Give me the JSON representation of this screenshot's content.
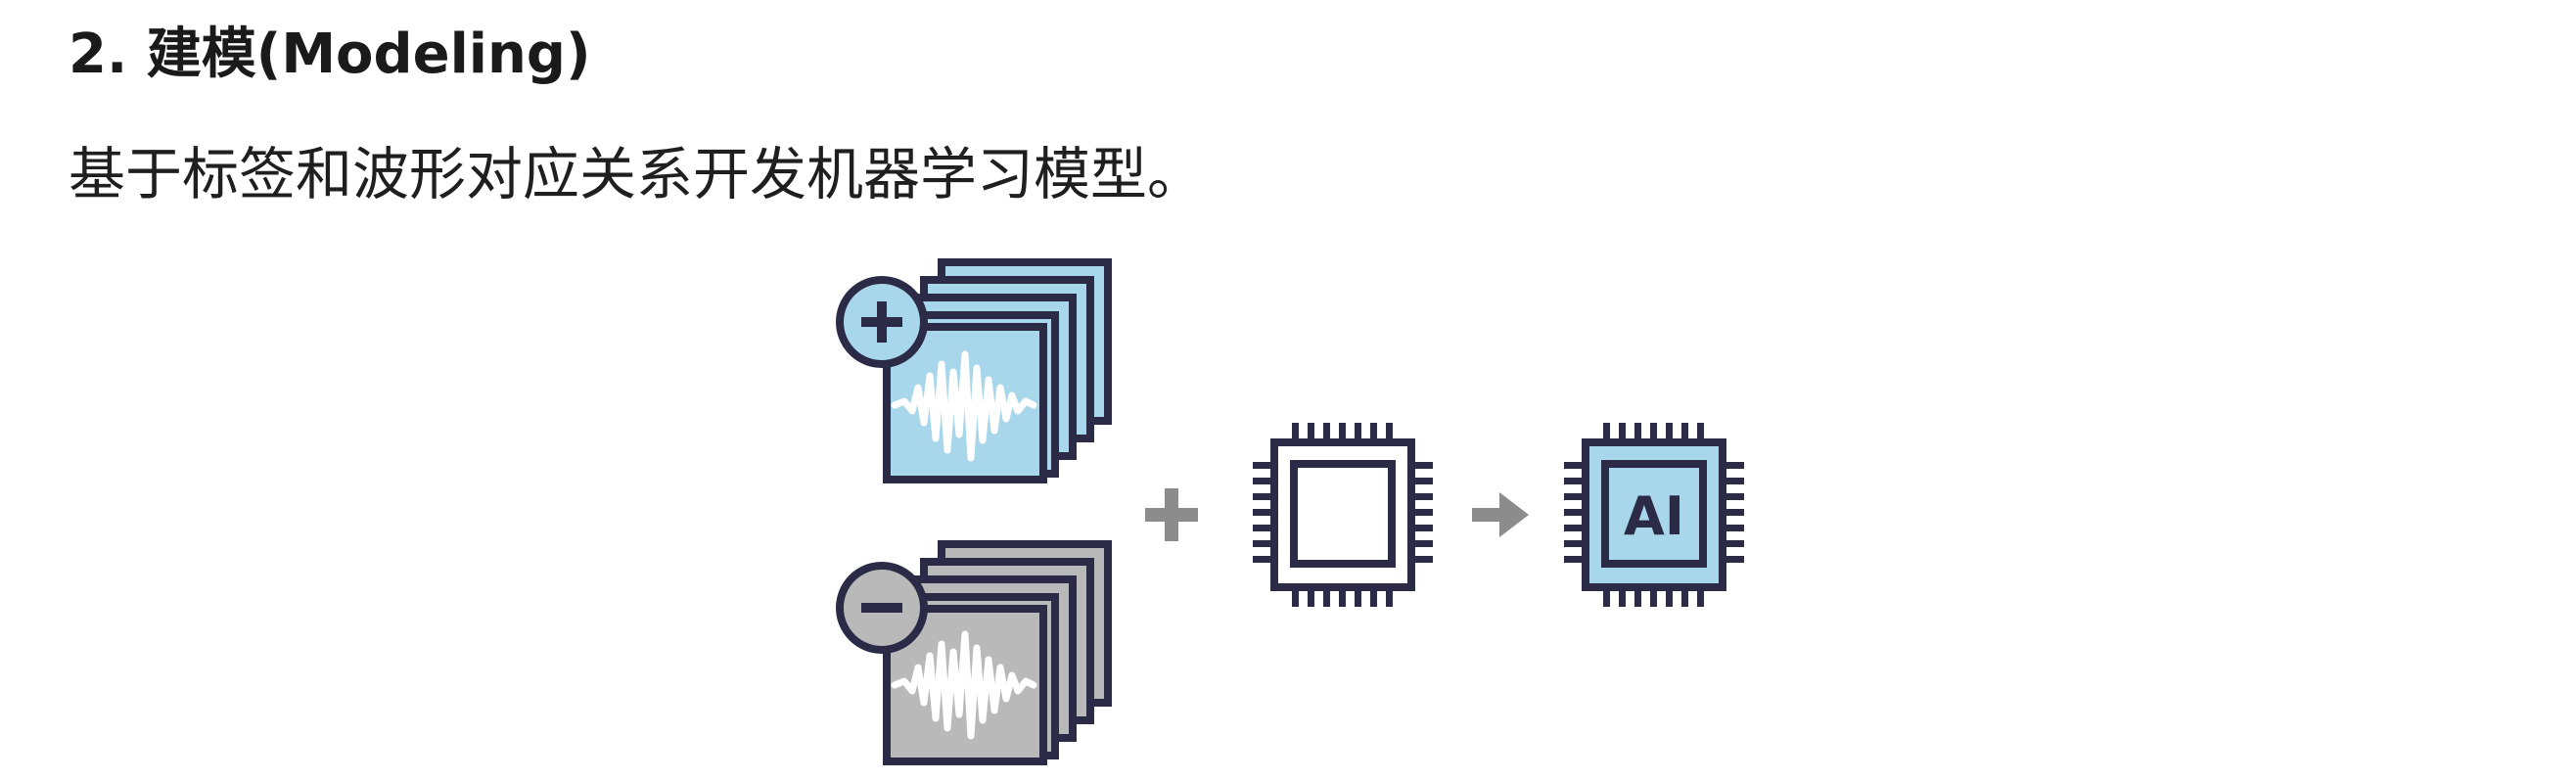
{
  "section": {
    "title": "2. 建模(Modeling)",
    "description": "基于标签和波形对应关系开发机器学习模型。"
  },
  "figure": {
    "chip_label": "AI",
    "icons": {
      "positive_badge": "plus-icon",
      "negative_badge": "minus-icon",
      "combine_operator": "plus-icon",
      "result_arrow": "arrow-right-icon",
      "untrained_model": "chip-icon",
      "trained_model": "ai-chip-icon"
    },
    "colors": {
      "outline": "#2b2a47",
      "positive_fill": "#a8d6ea",
      "negative_fill": "#b9b9b9",
      "operator": "#8c8c8c"
    }
  }
}
